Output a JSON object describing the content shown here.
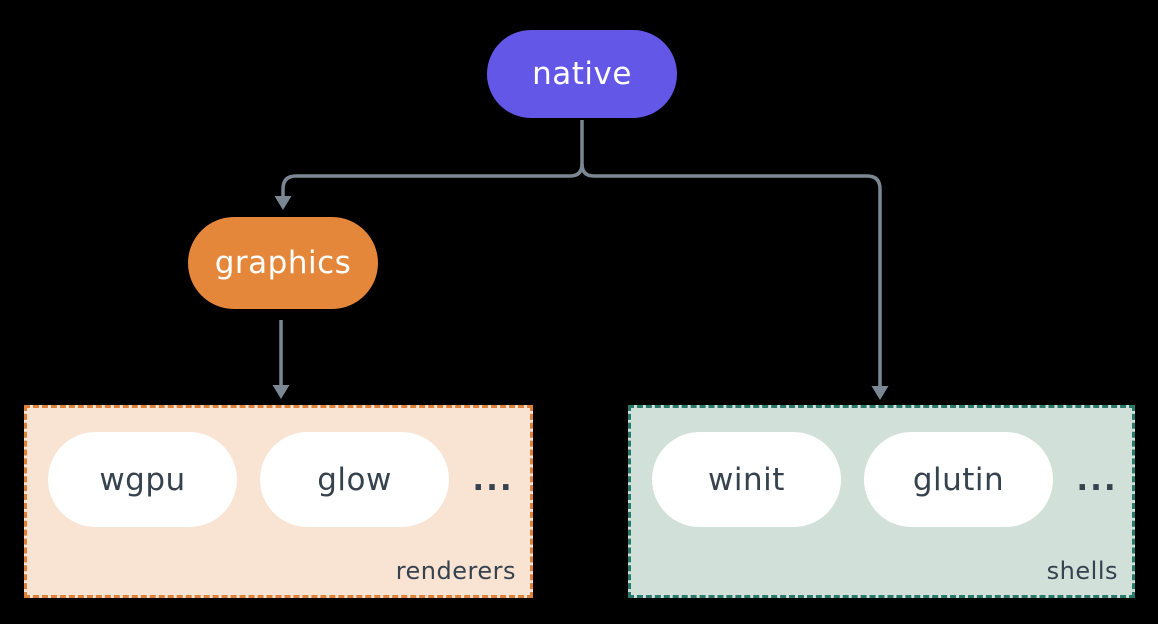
{
  "colors": {
    "background": "#000000",
    "connector": "#7B8894",
    "native_fill": "#6357E8",
    "graphics_fill": "#E5873B",
    "renderers_fill": "#F9E3D2",
    "renderers_border": "#E0813A",
    "shells_fill": "#D2E0DA",
    "shells_border": "#2A7A6C",
    "pill_fill": "#FFFFFF",
    "dark_text": "#36434F",
    "light_text": "#FFFFFF"
  },
  "nodes": {
    "native": "native",
    "graphics": "graphics"
  },
  "groups": {
    "renderers": {
      "label": "renderers",
      "items": [
        "wgpu",
        "glow"
      ],
      "ellipsis": "..."
    },
    "shells": {
      "label": "shells",
      "items": [
        "winit",
        "glutin"
      ],
      "ellipsis": "..."
    }
  }
}
